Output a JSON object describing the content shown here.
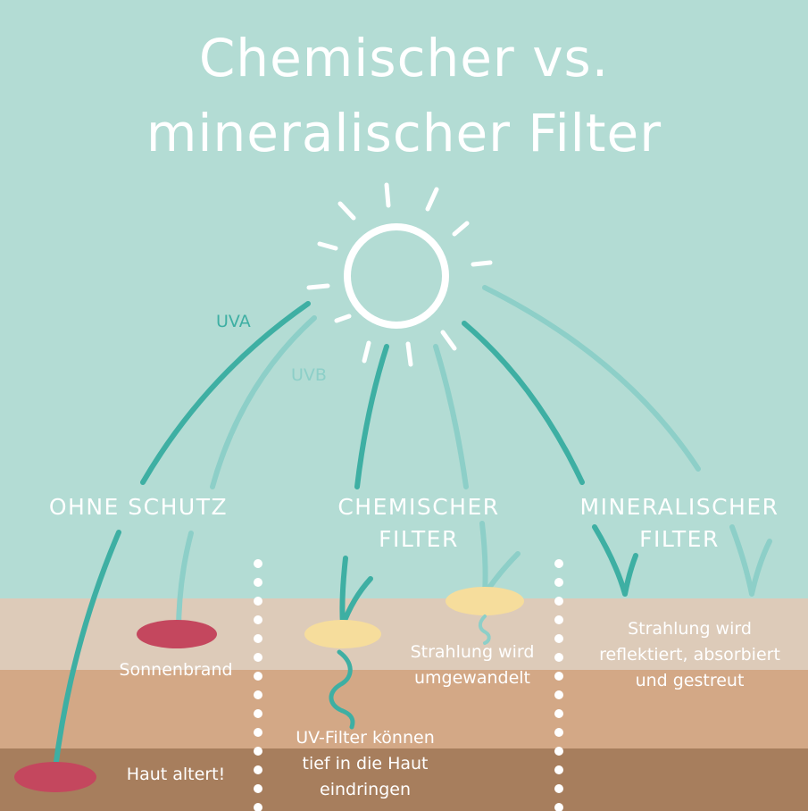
{
  "title": {
    "line1": "Chemischer vs.",
    "line2": "mineralischer Filter"
  },
  "legend": {
    "uva": "UVA",
    "uvb": "UVB"
  },
  "columns": {
    "ohne_schutz": {
      "heading": "OHNE SCHUTZ",
      "label_top": "Sonnenbrand",
      "label_bottom": "Haut altert!"
    },
    "chemischer_filter": {
      "heading_line1": "CHEMISCHER",
      "heading_line2": "FILTER",
      "label_right_1": "Strahlung wird",
      "label_right_2": "umgewandelt",
      "label_bottom_1": "UV-Filter können",
      "label_bottom_2": "tief in die Haut",
      "label_bottom_3": "eindringen"
    },
    "mineralischer_filter": {
      "heading_line1": "MINERALISCHER",
      "heading_line2": "FILTER",
      "label_1": "Strahlung wird",
      "label_2": "reflektiert, absorbiert",
      "label_3": "und gestreut"
    }
  },
  "colors": {
    "background": "#b3dcd4",
    "uva": "#3eafa3",
    "uvb": "#8dcfc8",
    "skin_top": "#ddcbb9",
    "skin_mid": "#d3a886",
    "skin_deep": "#a77e5d",
    "damage": "#c4475e",
    "filter": "#f6dd9c"
  }
}
